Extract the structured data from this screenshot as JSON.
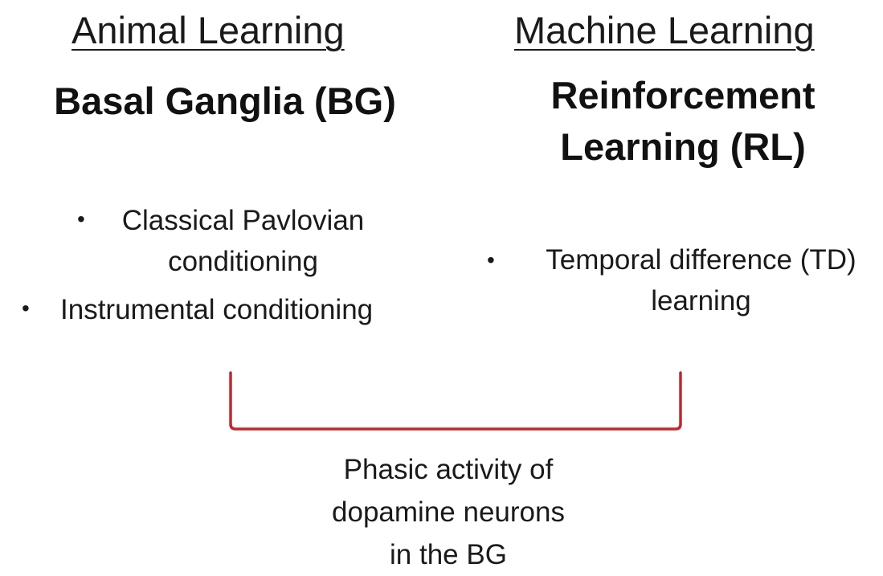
{
  "left_column": {
    "heading": "Animal Learning",
    "title": "Basal Ganglia (BG)",
    "bullets": [
      {
        "line1": "Classical Pavlovian",
        "line2": "conditioning"
      },
      {
        "line1": "Instrumental conditioning"
      }
    ]
  },
  "right_column": {
    "heading": "Machine Learning",
    "title_line1": "Reinforcement",
    "title_line2": "Learning (RL)",
    "bullets": [
      {
        "line1": "Temporal difference (TD)",
        "line2": "learning"
      }
    ]
  },
  "bracket": {
    "color": "#c0282e"
  },
  "footer": {
    "line1": "Phasic activity of",
    "line2": "dopamine neurons",
    "line3": "in the BG"
  }
}
